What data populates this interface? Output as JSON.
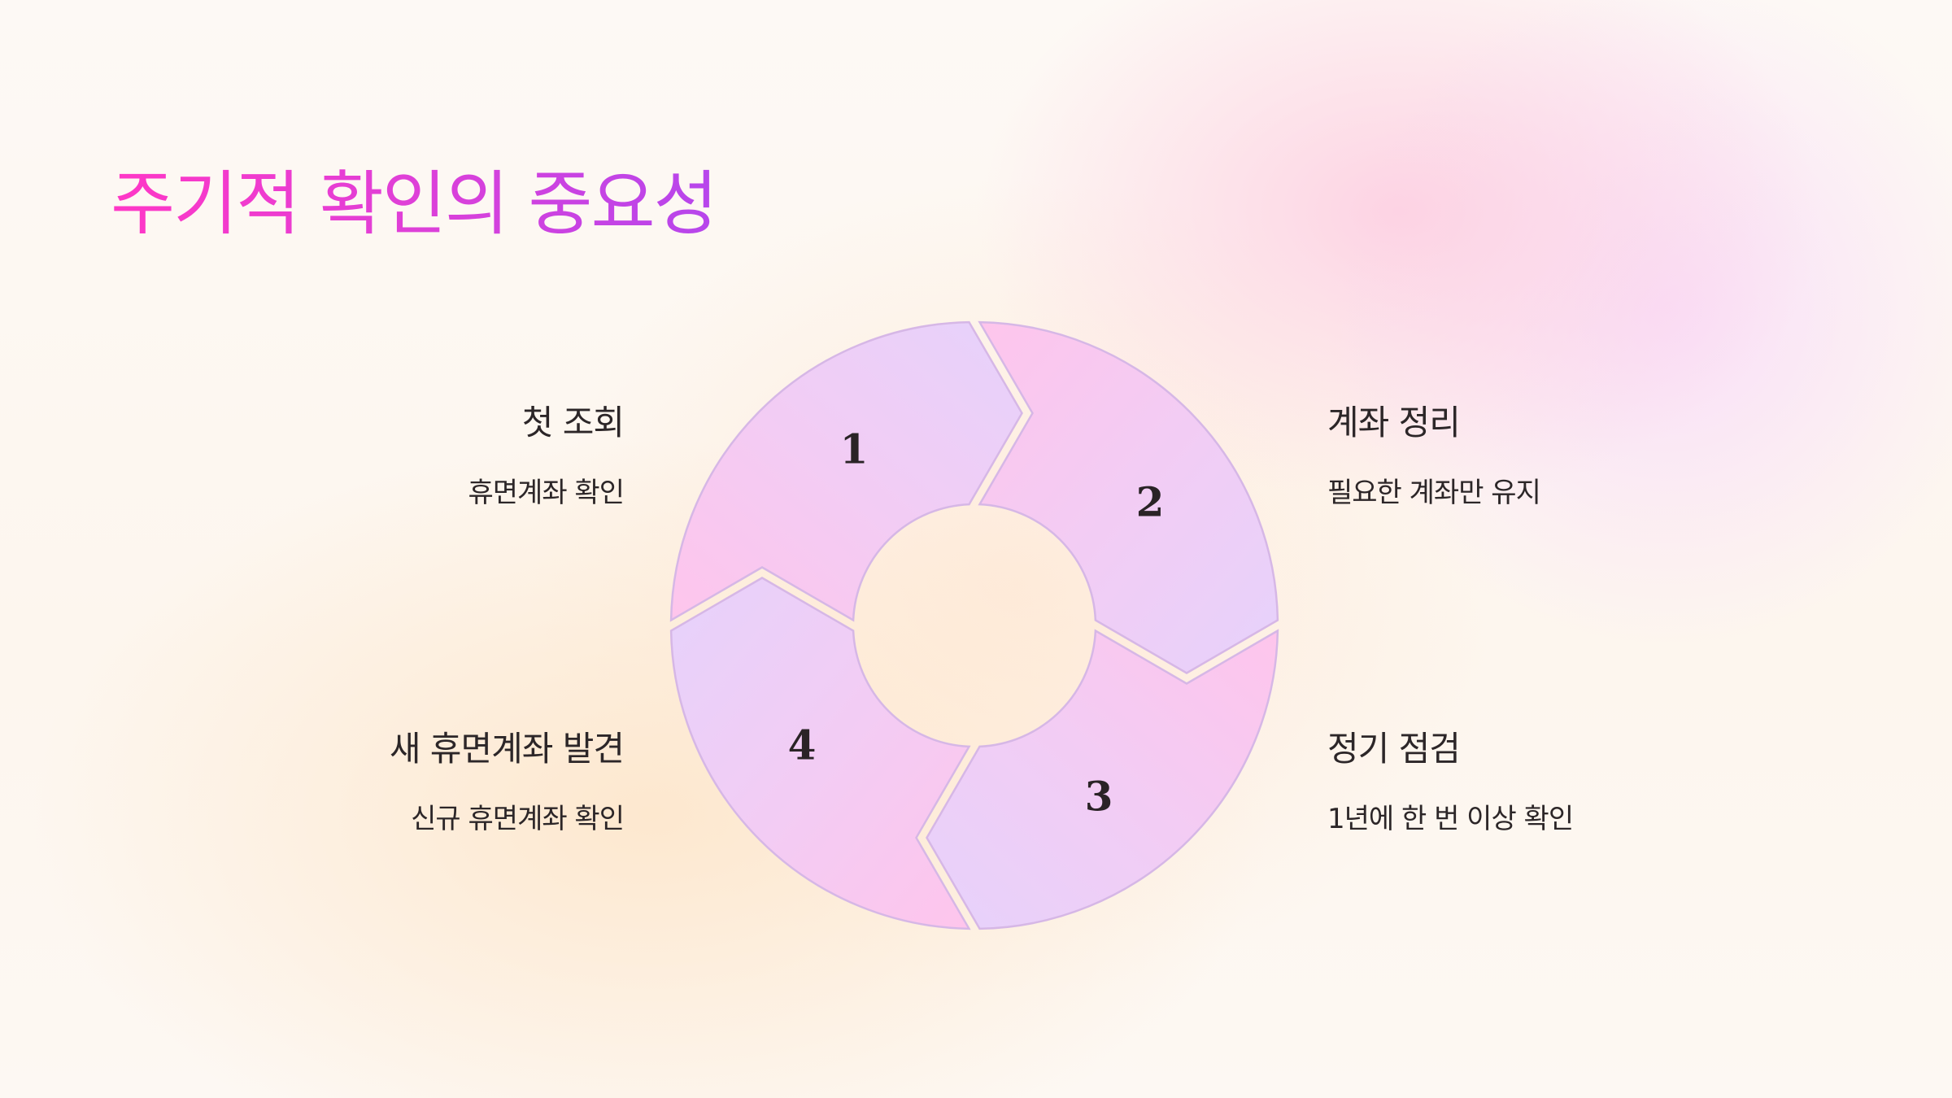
{
  "slide": {
    "title": "주기적 확인의 중요성",
    "colors": {
      "title_gradient_start": "#ff37c6",
      "title_gradient_end": "#b646ec",
      "segment_pink": "#fdc6ee",
      "segment_lavender": "#e7d1fb",
      "segment_stroke": "#d6b7e6",
      "text": "#2c2628"
    }
  },
  "cycle": {
    "segments": [
      {
        "number": "1",
        "heading": "첫 조회",
        "description": "휴면계좌 확인"
      },
      {
        "number": "2",
        "heading": "계좌 정리",
        "description": "필요한 계좌만 유지"
      },
      {
        "number": "3",
        "heading": "정기 점검",
        "description": "1년에 한 번 이상 확인"
      },
      {
        "number": "4",
        "heading": "새 휴면계좌 발견",
        "description": "신규 휴면계좌 확인"
      }
    ]
  }
}
